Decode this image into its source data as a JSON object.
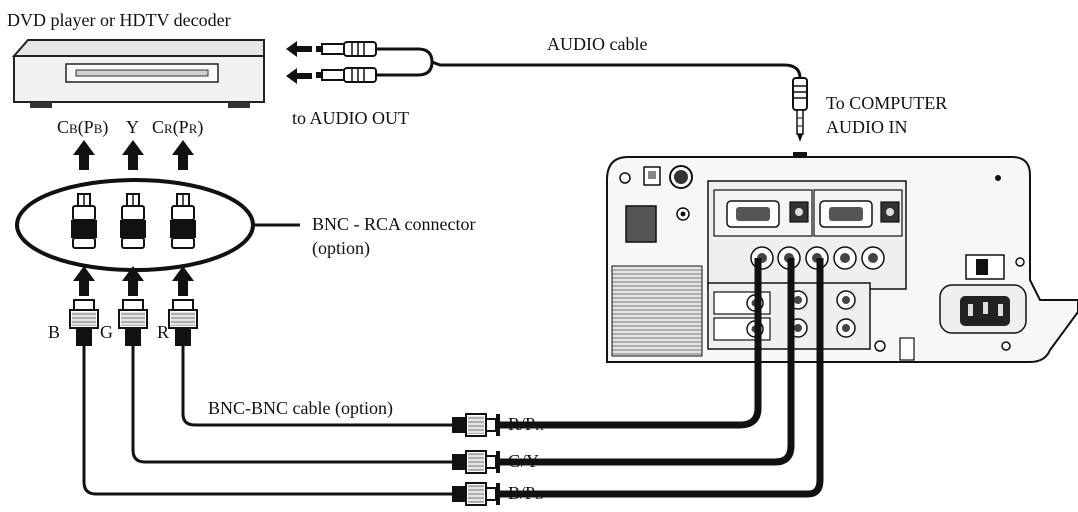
{
  "diagram": {
    "source_device": {
      "title": "DVD player or HDTV decoder"
    },
    "audio": {
      "cable_label": "AUDIO cable",
      "out_label": "to AUDIO OUT",
      "in_label_line1": "To COMPUTER",
      "in_label_line2": "AUDIO IN"
    },
    "component_outputs": {
      "cb": {
        "main": "C",
        "sub": "B",
        "paren_main": "(P",
        "paren_sub": "B",
        "close": ")"
      },
      "y": "Y",
      "cr": {
        "main": "C",
        "sub": "R",
        "paren_main": "(P",
        "paren_sub": "R",
        "close": ")"
      }
    },
    "adapter": {
      "label_line1": "BNC - RCA connector",
      "label_line2": "(option)"
    },
    "bnc_plugs": {
      "b": "B",
      "g": "G",
      "r": "R"
    },
    "cable_label": "BNC-BNC cable (option)",
    "projector_plugs": {
      "rpr": {
        "main": "R/P",
        "sub": "R"
      },
      "gy": "G/Y",
      "bpb": {
        "main": "B/P",
        "sub": "B"
      }
    }
  }
}
